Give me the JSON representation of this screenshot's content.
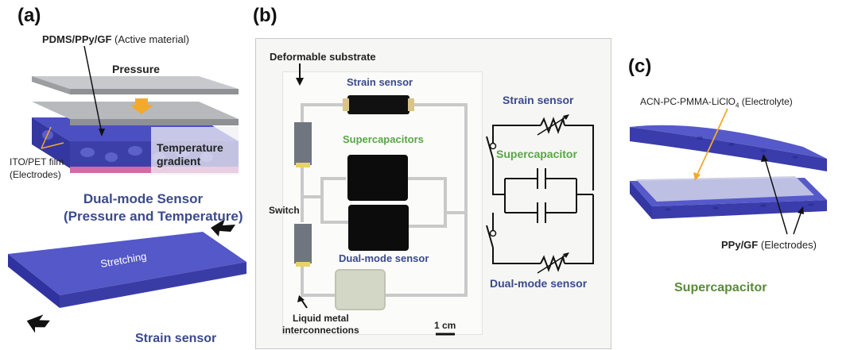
{
  "panel_a": {
    "label": "(a)",
    "active_material_bold": "PDMS/PPy/GF",
    "active_material_rest": " (Active material)",
    "pressure": "Pressure",
    "temperature_line1": "Temperature",
    "temperature_line2": "gradient",
    "electrodes_line1": "ITO/PET film",
    "electrodes_line2": "(Electrodes)",
    "dual_title_line1": "Dual-mode Sensor",
    "dual_title_line2": "(Pressure and Temperature)",
    "stretching": "Stretching",
    "strain_title": "Strain sensor"
  },
  "panel_b": {
    "label": "(b)",
    "deformable": "Deformable substrate",
    "strain_sensor": "Strain sensor",
    "supercapacitors": "Supercapacitors",
    "switch": "Switch",
    "dual_mode_sensor": "Dual-mode sensor",
    "liquid_line1": "Liquid metal",
    "liquid_line2": "interconnections",
    "scale": "1 cm",
    "circuit_strain": "Strain sensor",
    "circuit_supercap": "Supercapacitor",
    "circuit_dual": "Dual-mode sensor"
  },
  "panel_c": {
    "label": "(c)",
    "electrolyte": "ACN-PC-PMMA-LiClO",
    "electrolyte_sub": "4",
    "electrolyte_rest": " (Electrolyte)",
    "electrodes_bold": "PPy/GF",
    "electrodes_rest": " (Electrodes)",
    "title": "Supercapacitor"
  },
  "colors": {
    "blue_text": "#3a4a8c",
    "green_text": "#58a646",
    "device_blue": "#4b4fc0",
    "orange_arrow": "#f3a92a"
  }
}
